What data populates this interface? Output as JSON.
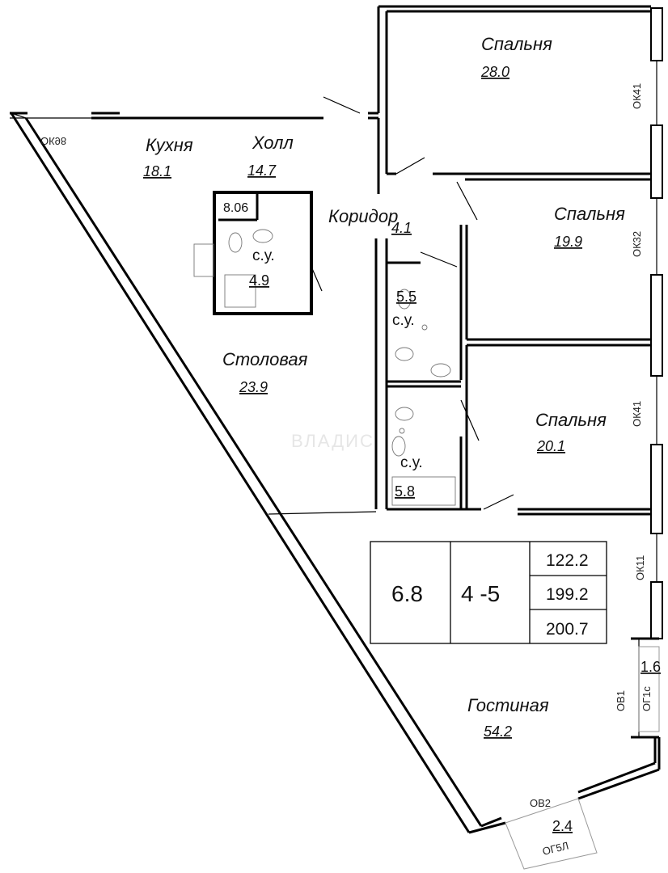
{
  "rooms": {
    "bedroom_top": {
      "name": "Спальня",
      "area": "28.0"
    },
    "kitchen": {
      "name": "Кухня",
      "area": "18.1"
    },
    "hall": {
      "name": "Холл",
      "area": "14.7"
    },
    "corridor": {
      "name": "Коридор",
      "area": "4.1"
    },
    "bedroom_mid": {
      "name": "Спальня",
      "area": "19.9"
    },
    "dining": {
      "name": "Столовая",
      "area": "23.9"
    },
    "bedroom_low": {
      "name": "Спальня",
      "area": "20.1"
    },
    "living": {
      "name": "Гостиная",
      "area": "54.2"
    }
  },
  "bathrooms": {
    "left": {
      "label": "с.у.",
      "area": "4.9"
    },
    "middle": {
      "label": "с.у.",
      "area": "5.5"
    },
    "lower": {
      "label": "с.у.",
      "area": "5.8"
    }
  },
  "closet_area": "8.06",
  "balcony_right_area": "1.6",
  "balcony_bottom_area": "2.4",
  "windows": {
    "ok98": "ОК98",
    "ok41_top": "ОК41",
    "ok32": "ОК32",
    "ok41_mid": "ОК41",
    "ok11": "ОК11",
    "ov1": "ОВ1",
    "og1": "ОГ1с",
    "ov2": "ОВ2",
    "og5": "ОГ5Л"
  },
  "summary": {
    "ceiling": "6.8",
    "floors": "4 -5",
    "areas": [
      "122.2",
      "199.2",
      "200.7"
    ]
  },
  "watermark": "ВЛАДИС"
}
